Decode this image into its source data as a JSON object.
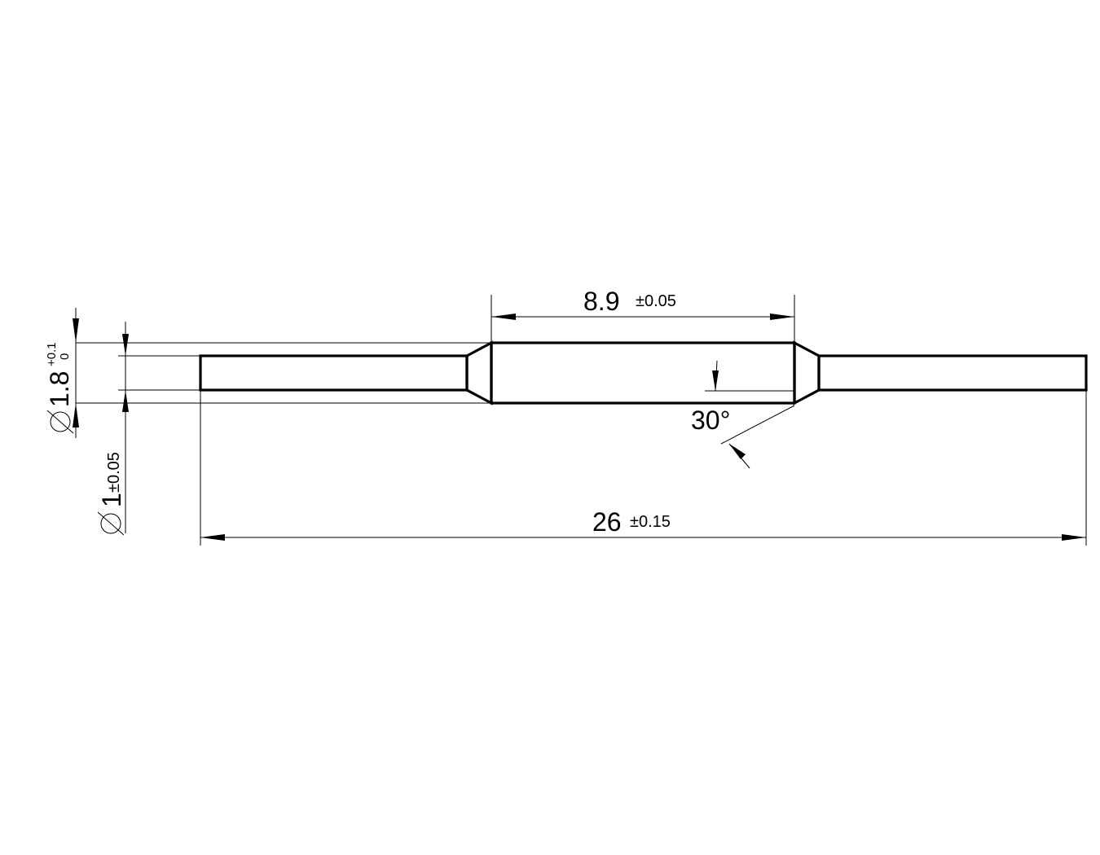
{
  "drawing": {
    "dim_center_length": {
      "value": "8.9",
      "tolerance": "±0.05"
    },
    "dim_overall_length": {
      "value": "26",
      "tolerance": "±0.15"
    },
    "dim_large_diameter": {
      "symbol": "⌀",
      "value": "1.8",
      "upper_tol": "+0.1",
      "lower_tol": "0"
    },
    "dim_small_diameter": {
      "symbol": "⌀",
      "value": "1",
      "tolerance": "±0.05"
    },
    "dim_chamfer_angle": {
      "value": "30°"
    }
  },
  "colors": {
    "line": "#000000",
    "background": "#ffffff"
  }
}
